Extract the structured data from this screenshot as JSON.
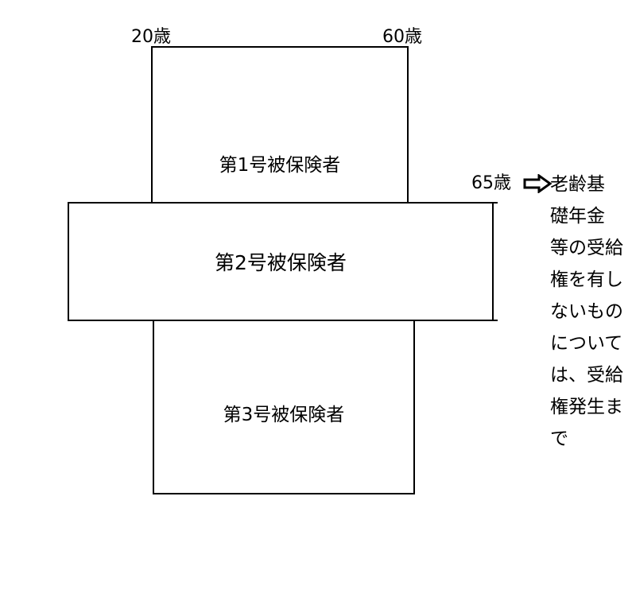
{
  "diagram": {
    "ages": {
      "age_20": "20歳",
      "age_60": "60歳",
      "age_65": "65歳"
    },
    "boxes": {
      "category_1": "第1号被保険者",
      "category_2": "第2号被保険者",
      "category_3": "第3号被保険者"
    },
    "note_lines": [
      "老齢基",
      "礎年金",
      "等の受給",
      "権を有し",
      "ないもの",
      "について",
      "は、受給",
      "権発生ま",
      "で"
    ],
    "arrow_icon": "right-arrow-outline-icon"
  }
}
